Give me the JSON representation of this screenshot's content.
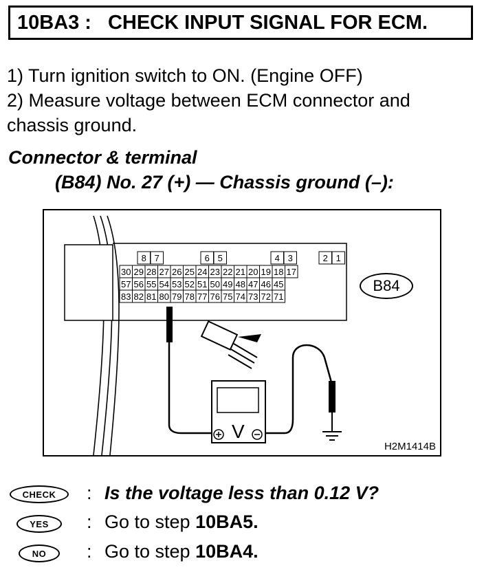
{
  "header": {
    "step_id": "10BA3",
    "separator": ":",
    "title": "CHECK INPUT SIGNAL FOR ECM."
  },
  "steps": [
    {
      "text": "1)  Turn ignition switch to ON. (Engine OFF)"
    },
    {
      "text": "2)  Measure voltage between ECM connector and"
    },
    {
      "text": "chassis ground."
    }
  ],
  "connector_heading": "Connector & terminal",
  "connector_spec": "(B84) No. 27 (+) — Chassis ground (–):",
  "figure": {
    "connector_label": "B84",
    "figure_code": "H2M1414B",
    "meter_symbol": "V",
    "top_pins": [
      "8",
      "7",
      "6",
      "5",
      "4",
      "3",
      "2",
      "1"
    ],
    "row1": [
      "30",
      "29",
      "28",
      "27",
      "26",
      "25",
      "24",
      "23",
      "22",
      "21",
      "20",
      "19",
      "18",
      "17"
    ],
    "row2": [
      "57",
      "56",
      "55",
      "54",
      "53",
      "52",
      "51",
      "50",
      "49",
      "48",
      "47",
      "46",
      "45"
    ],
    "row3": [
      "83",
      "82",
      "81",
      "80",
      "79",
      "78",
      "77",
      "76",
      "75",
      "74",
      "73",
      "72",
      "71"
    ]
  },
  "results": [
    {
      "badge": "CHECK",
      "colon": ":",
      "text": "Is the voltage less than 0.12 V?"
    },
    {
      "badge": "YES",
      "colon": ":",
      "prefix": "Go to step ",
      "target": "10BA5."
    },
    {
      "badge": "NO",
      "colon": ":",
      "prefix": "Go to step ",
      "target": "10BA4."
    }
  ]
}
